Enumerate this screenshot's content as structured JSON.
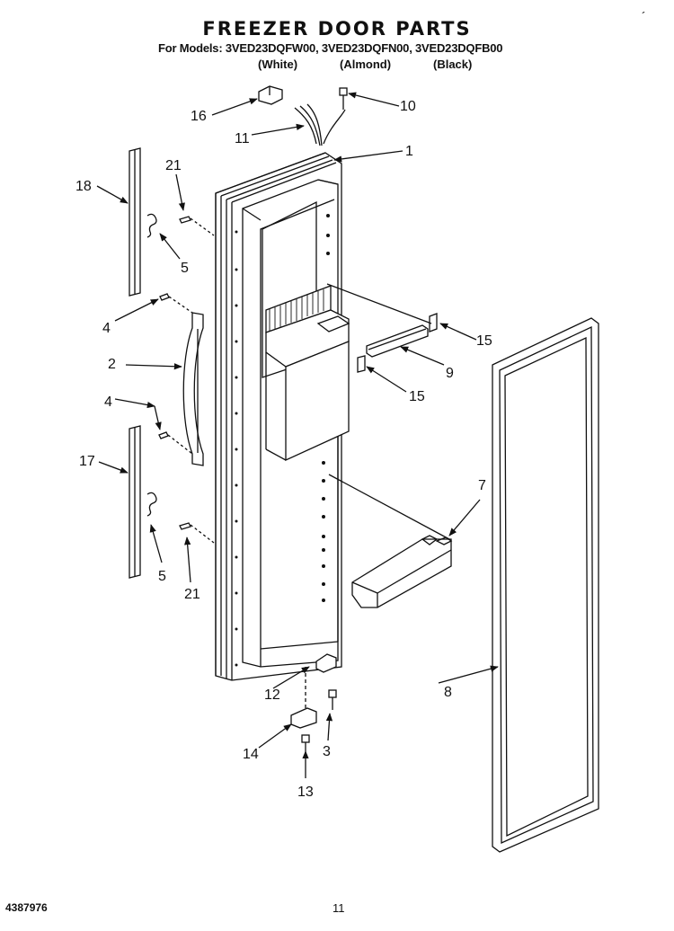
{
  "header": {
    "title": "FREEZER DOOR PARTS",
    "models_line": "For Models: 3VED23DQFW00, 3VED23DQFN00, 3VED23DQFB00",
    "colors": [
      "(White)",
      "(Almond)",
      "(Black)"
    ]
  },
  "footer": {
    "doc_id": "4387976",
    "page_number": "11",
    "corner_mark": "´"
  },
  "callouts": {
    "c1": "1",
    "c2": "2",
    "c3": "3",
    "c4a": "4",
    "c4b": "4",
    "c5a": "5",
    "c5b": "5",
    "c7": "7",
    "c8": "8",
    "c9": "9",
    "c10": "10",
    "c11": "11",
    "c12": "12",
    "c13": "13",
    "c14": "14",
    "c15a": "15",
    "c15b": "15",
    "c16": "16",
    "c17": "17",
    "c18": "18",
    "c21a": "21",
    "c21b": "21"
  }
}
